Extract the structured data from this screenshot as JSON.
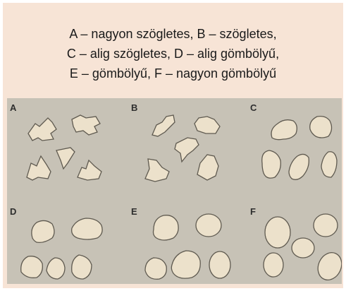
{
  "caption": {
    "line1": "A – nagyon szögletes, B – szögletes,",
    "line2": "C – alig szögletes, D – alig gömbölyű,",
    "line3": "E – gömbölyű, F – nagyon gömbölyű"
  },
  "panels": [
    {
      "label": "A"
    },
    {
      "label": "B"
    },
    {
      "label": "C"
    },
    {
      "label": "D"
    },
    {
      "label": "E"
    },
    {
      "label": "F"
    }
  ]
}
